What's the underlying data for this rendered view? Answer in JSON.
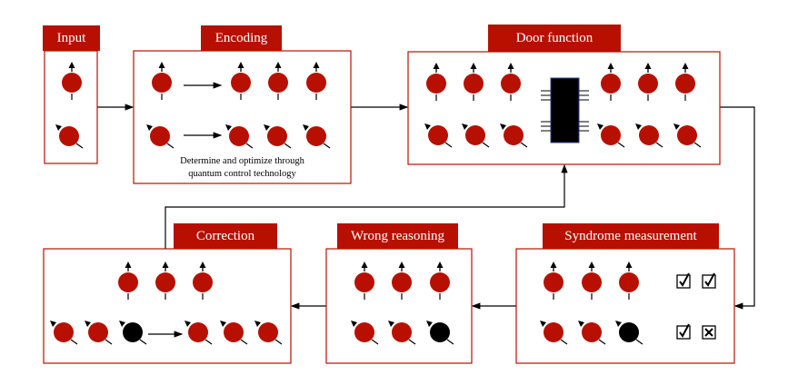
{
  "colors": {
    "spin": "#b71000",
    "error_spin": "#000000",
    "border": "#b71000",
    "chip_border": "#2b3f8c"
  },
  "stages": {
    "input": {
      "label": "Input"
    },
    "encoding": {
      "label": "Encoding",
      "note_line1": "Determine and optimize through",
      "note_line2": "quantum control technology"
    },
    "door": {
      "label": "Door function"
    },
    "syndrome": {
      "label": "Syndrome measurement",
      "checks": [
        "check",
        "check",
        "check",
        "cross"
      ]
    },
    "wrong": {
      "label": "Wrong reasoning"
    },
    "correction": {
      "label": "Correction"
    }
  }
}
